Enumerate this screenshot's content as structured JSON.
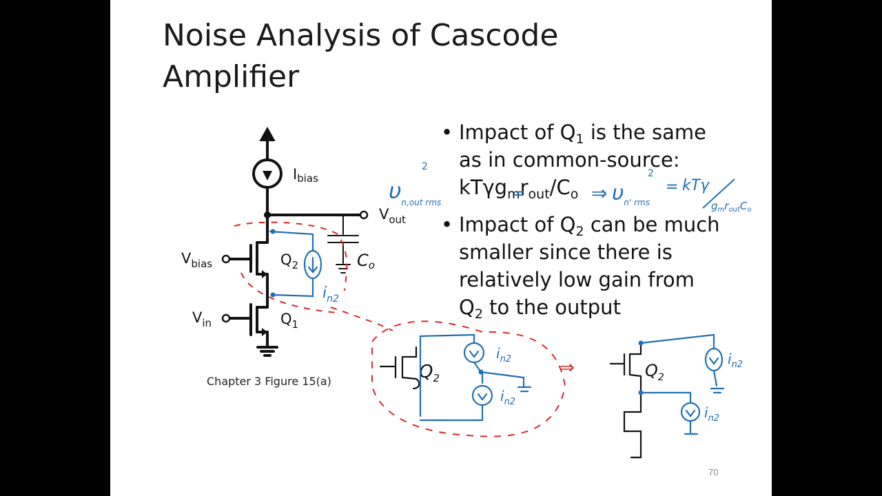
{
  "slide": {
    "title_line1": "Noise Analysis of Cascode",
    "title_line2": "Amplifier",
    "bullet1": {
      "l1_a": "Impact of Q",
      "l1_sub": "1",
      "l1_b": " is the same",
      "l2": "as in common-source:",
      "l3_a": "kTγg",
      "l3_sub1": "m",
      "l3_b": "r",
      "l3_sub2": "out",
      "l3_c": "/C",
      "l3_sub3": "o"
    },
    "bullet2": {
      "l1_a": "Impact of Q",
      "l1_sub": "2",
      "l1_b": " can be much",
      "l2": "smaller since there is",
      "l3": "relatively low gain from",
      "l4_a": "Q",
      "l4_sub": "2",
      "l4_b": " to the output"
    },
    "caption": "Chapter 3 Figure 15(a)",
    "page_number": "70"
  },
  "circuit": {
    "ibias": "I",
    "ibias_sub": "bias",
    "vout": "V",
    "vout_sub": "out",
    "vbias": "V",
    "vbias_sub": "bias",
    "vin": "V",
    "vin_sub": "in",
    "q2": "Q",
    "q2_sub": "2",
    "q1": "Q",
    "q1_sub": "1"
  },
  "annotations": {
    "co": "C",
    "co_sub": "o",
    "in2": "i",
    "in2_sub": "n2",
    "arrow": "⇒",
    "v_noise": "υ",
    "v_noise_sub": "n,out rms",
    "v_noise_sup": "2",
    "v_noise2_sub": "n' rms",
    "rhs": "kTγ",
    "rhs_den": "g",
    "rhs_den_sub": "m",
    "rhs_den_b": "r",
    "rhs_den_sub2": "out",
    "rhs_den_c": "C",
    "rhs_den_sub3": "o",
    "d1_q": "Q",
    "d1_q_sub": "2",
    "d1_in_top": "i",
    "d1_in_top_sub": "n2",
    "d1_in_bot": "i",
    "d1_in_bot_sub": "n2",
    "d2_q": "Q",
    "d2_q_sub": "2",
    "d2_in_top": "i",
    "d2_in_top_sub": "n2",
    "d2_in_bot": "i",
    "d2_in_bot_sub": "n2",
    "red_arrow": "⇒"
  },
  "colors": {
    "ink_blue": "#1f6fb5",
    "ink_red": "#d62828",
    "ink_black": "#111111"
  }
}
